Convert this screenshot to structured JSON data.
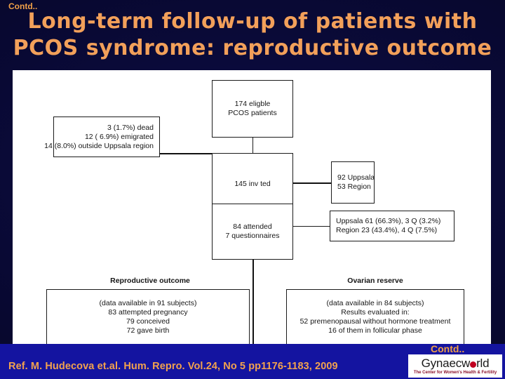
{
  "slide": {
    "contd_top": "Contd..",
    "contd_bottom": "Contd..",
    "title_line1": "Long-term follow-up of patients with",
    "title_line2": "PCOS syndrome: reproductive outcome",
    "reference": "Ref. M. Hudecova et.al. Hum. Repro. Vol.24, No 5 pp1176-1183, 2009",
    "colors": {
      "background": "#0b0b3e",
      "title_orange": "#f2a05a",
      "footer_blue": "#1414a0",
      "canvas_white": "#ffffff",
      "logo_red": "#c00020"
    }
  },
  "logo": {
    "name_pre": "Gynaecw",
    "name_post": "rld",
    "tagline": "The Center for Women's Health & Fertility"
  },
  "flowchart": {
    "nodes": {
      "eligible": {
        "lines": [
          "174 eligble",
          "PCOS patients"
        ]
      },
      "exclusions": {
        "lines": [
          "3 (1.7%) dead",
          "12 ( 6.9%) emigrated",
          "14 (8.0%) outside Uppsala region"
        ]
      },
      "invited": {
        "lines": [
          "145 inv ted"
        ]
      },
      "invited_split": {
        "lines": [
          "92 Uppsala",
          "53 Region"
        ]
      },
      "attended": {
        "lines": [
          "84 attended",
          "7 questionnaires"
        ]
      },
      "attended_split": {
        "lines": [
          "Uppsala 61 (66.3%), 3 Q (3.2%)",
          "Region 23 (43.4%), 4 Q (7.5%)"
        ]
      },
      "reproductive": {
        "label": "Reproductive outcome",
        "lines": [
          "(data available in  91 subjects)",
          "83 attempted pregnancy",
          "79 conceived",
          "72 gave birth"
        ]
      },
      "ovarian": {
        "label": "Ovarian reserve",
        "lines": [
          "(data available in 84 subjects)",
          "Results evaluated in:",
          "52 premenopausal without hormone treatment",
          "16 of them in follicular phase"
        ]
      }
    }
  }
}
